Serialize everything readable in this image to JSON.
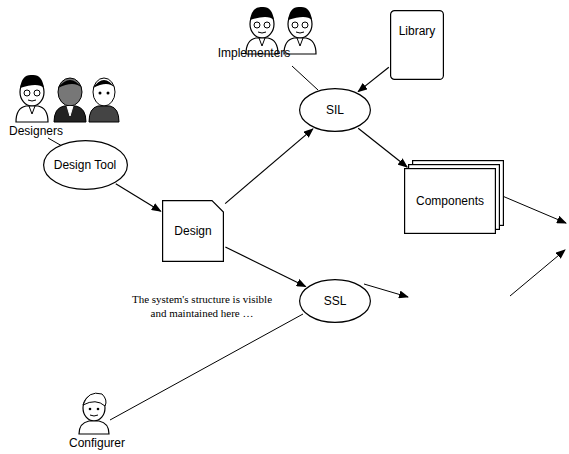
{
  "diagram": {
    "nodes": [
      {
        "text": [
          "Library"
        ]
      },
      {
        "text": [
          "SIL"
        ]
      },
      {
        "text": [
          "Design Tool"
        ]
      },
      {
        "text": [
          "Components"
        ]
      },
      {
        "text": [
          "Design"
        ]
      },
      {
        "text": [
          "SSL"
        ]
      }
    ],
    "edges": [
      {
        "from": 0,
        "to": 1,
        "arrow": "to"
      },
      {
        "from": 1,
        "to": 3,
        "arrow": "to"
      },
      {
        "from": 2,
        "to": 4,
        "arrow": "to"
      },
      {
        "from": 4,
        "to": 1,
        "arrow": "to"
      },
      {
        "from": 4,
        "to": 5,
        "arrow": "to"
      }
    ],
    "labels": [
      "Implementers",
      "Designers",
      "The system's structure is visible and maintained here …",
      "Configurer"
    ]
  }
}
